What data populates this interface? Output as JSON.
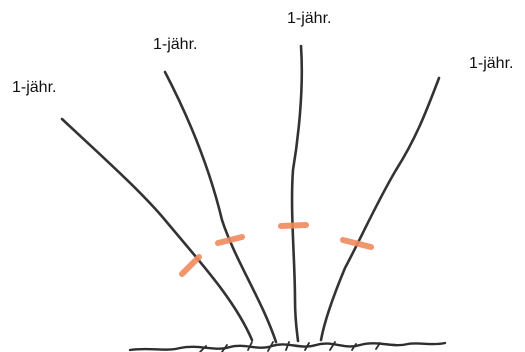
{
  "labels": {
    "shoot_1": "1-jähr.",
    "shoot_2": "1-jähr.",
    "shoot_3": "1-jähr.",
    "shoot_4": "1-jähr."
  },
  "colors": {
    "stem": "#333333",
    "cut_mark": "#f08a5d",
    "ground": "#2e2e2e",
    "text": "#111111"
  }
}
